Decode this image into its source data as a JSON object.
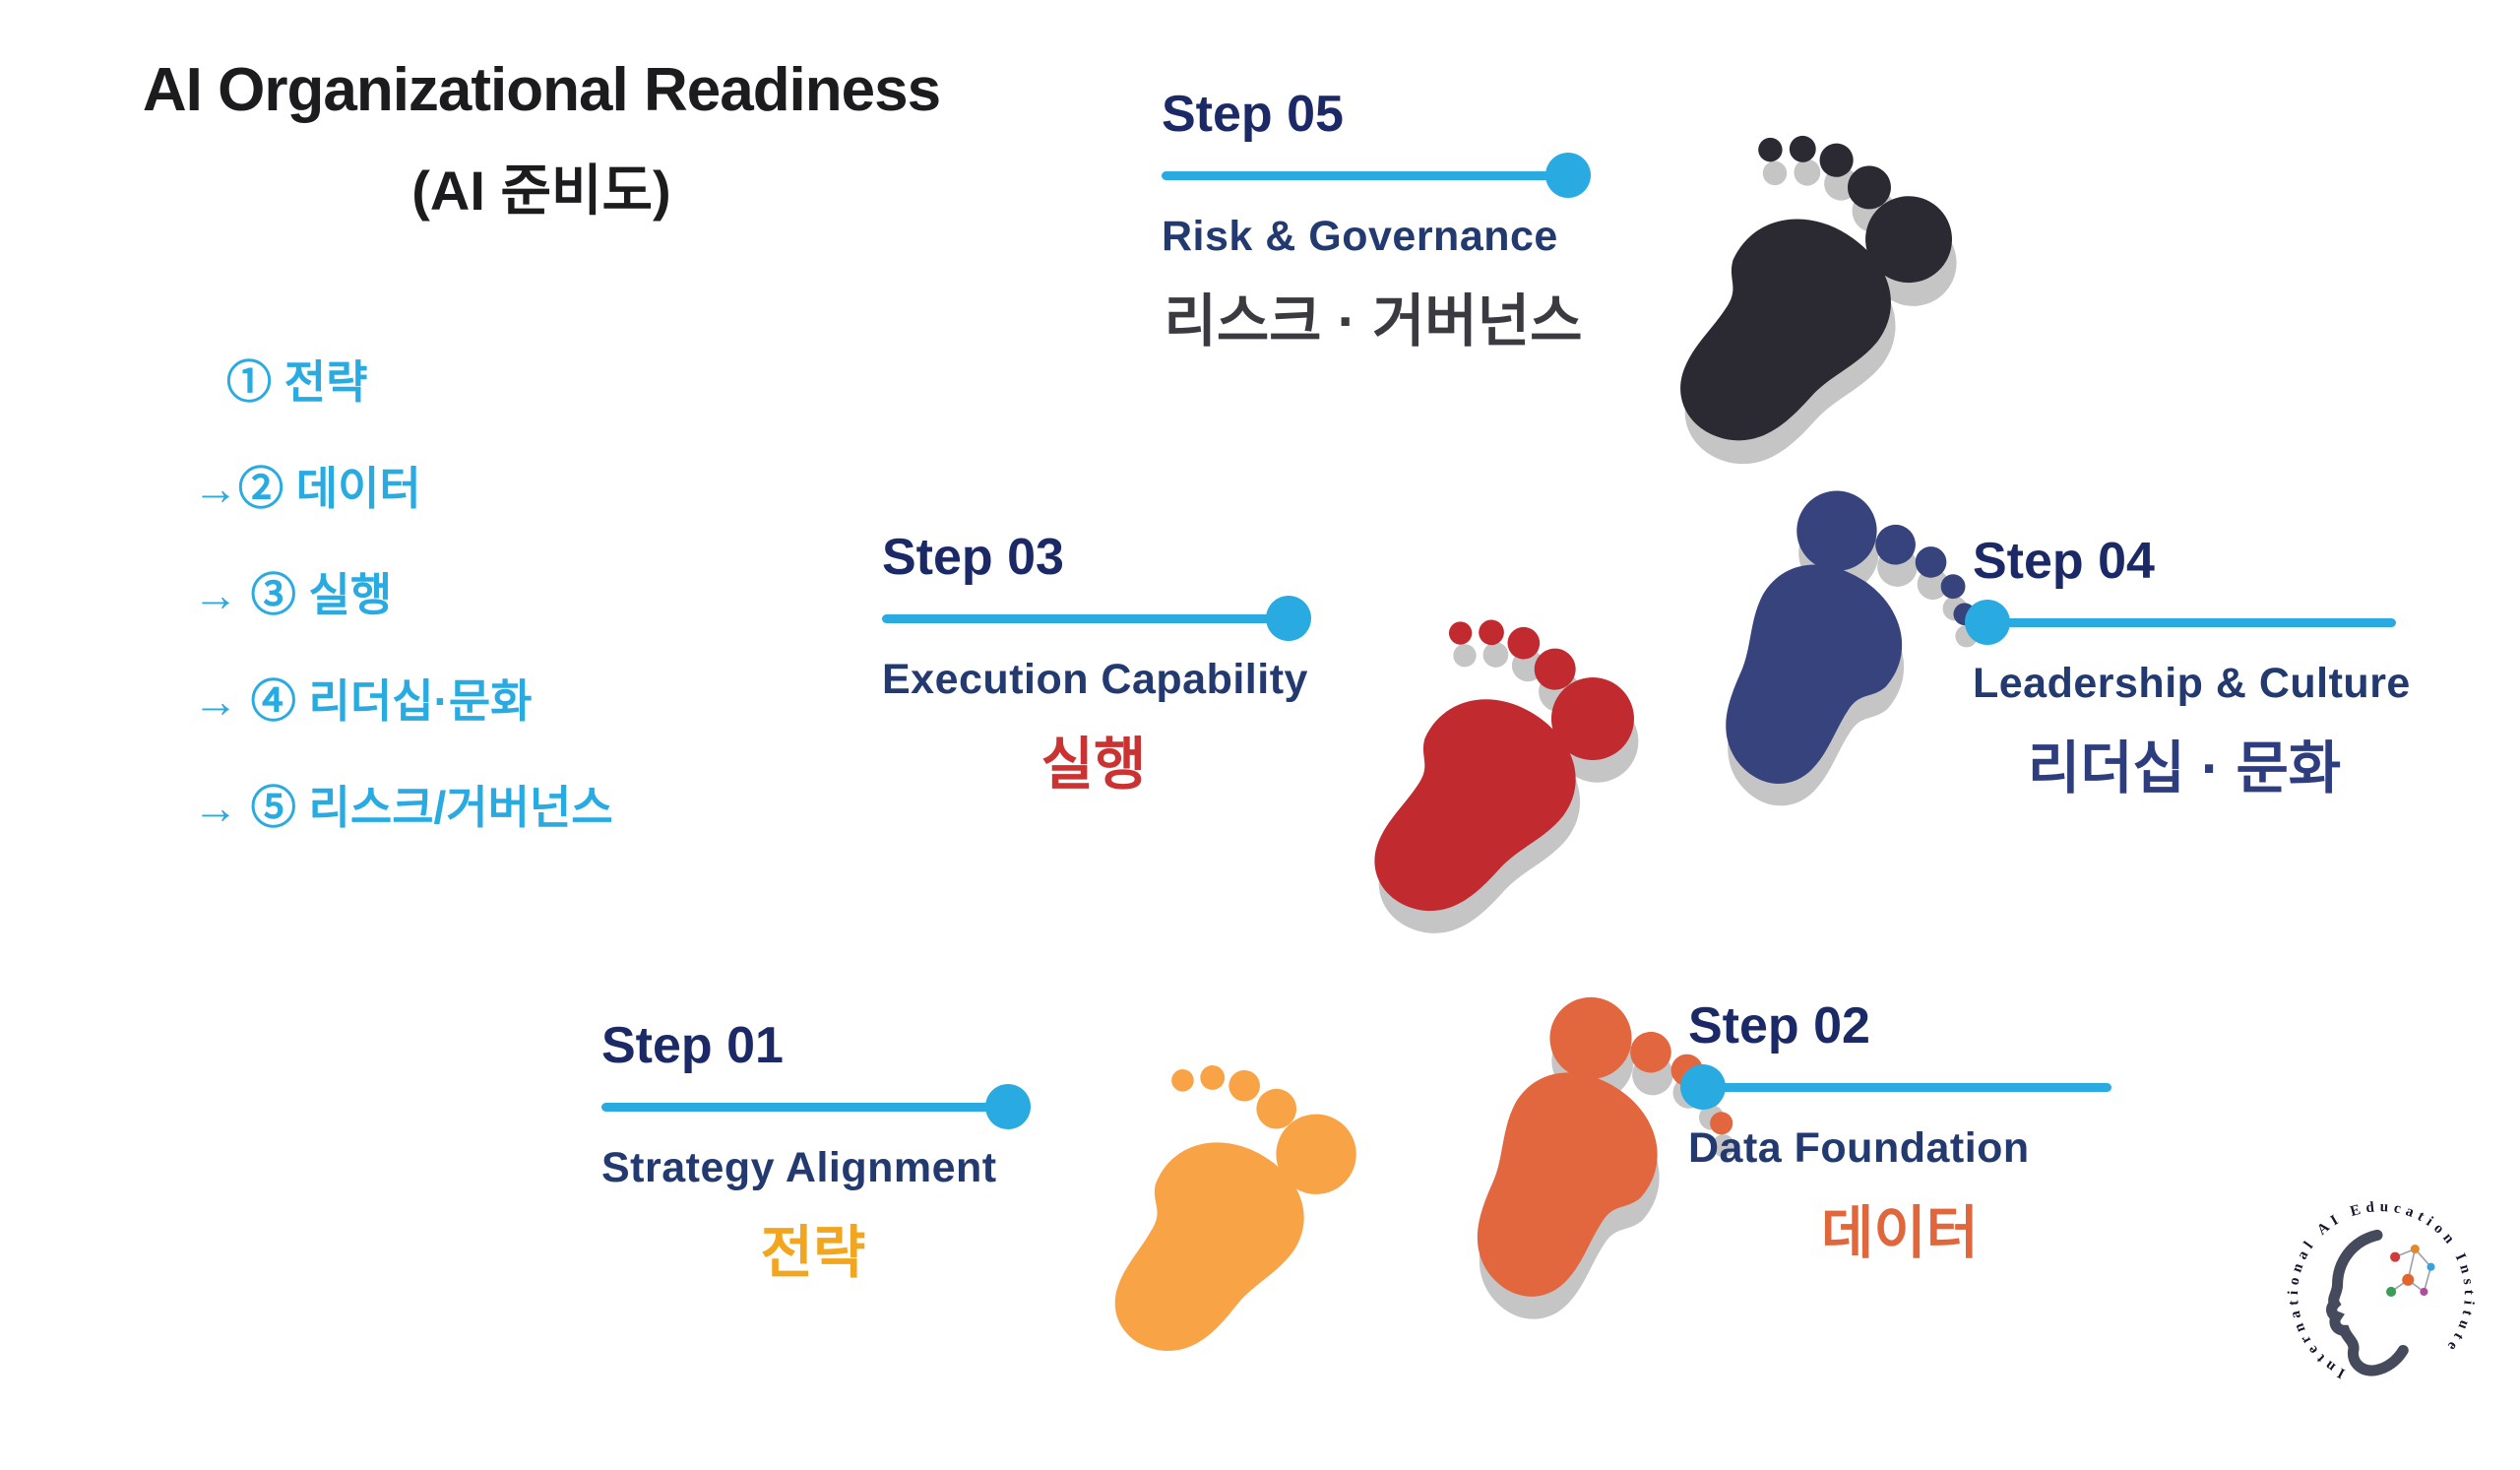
{
  "title": {
    "line1": "AI Organizational Readiness",
    "line2": "(AI 준비도)"
  },
  "legend": {
    "items": [
      "① 전략",
      "→② 데이터",
      "→ ③ 실행",
      "→ ④ 리더십·문화",
      "→ ⑤ 리스크/거버넌스"
    ]
  },
  "steps": [
    {
      "label": "Step 01",
      "title_en": "Strategy Alignment",
      "title_ko": "전략",
      "ko_color": "#f2a51f",
      "foot_color": "#f9a347"
    },
    {
      "label": "Step 02",
      "title_en": "Data Foundation",
      "title_ko": "데이터",
      "ko_color": "#e0663c",
      "foot_color": "#e2673f"
    },
    {
      "label": "Step 03",
      "title_en": "Execution Capability",
      "title_ko": "실행",
      "ko_color": "#cb3232",
      "foot_color": "#c12b30"
    },
    {
      "label": "Step 04",
      "title_en": "Leadership & Culture",
      "title_ko": "리더십 · 문화",
      "ko_color": "#2e3d7d",
      "foot_color": "#36437d"
    },
    {
      "label": "Step 05",
      "title_en": "Risk & Governance",
      "title_ko": "리스크 · 거버넌스",
      "ko_color": "#3b3a40",
      "foot_color": "#2b2a32"
    }
  ],
  "colors": {
    "accent_blue": "#29abe2",
    "step_navy": "#1b2a66",
    "en_navy": "#233a70",
    "title_ink": "#1c1c1e",
    "shadow_gray": "#c5c5c5",
    "logo_ink": "#15152e",
    "logo_head": "#454b5c"
  },
  "logo": {
    "ring_text": "International AI Education Institute",
    "node_colors": [
      "#cf3a3a",
      "#e08a2e",
      "#3aa0d8",
      "#3a9e55",
      "#e0662e",
      "#b04a9e"
    ]
  }
}
